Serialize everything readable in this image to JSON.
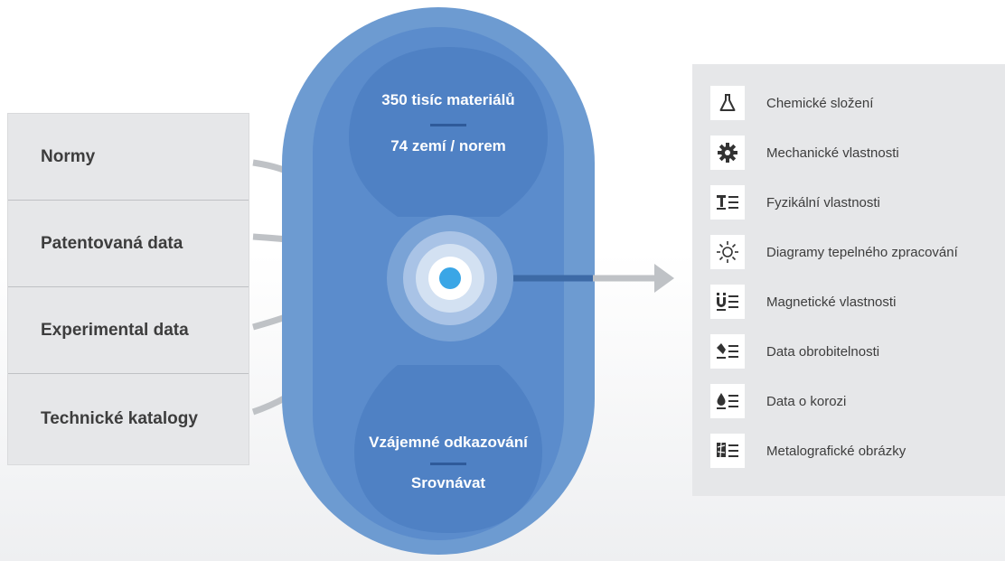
{
  "sources": {
    "items": [
      "Normy",
      "Patentovaná data",
      "Experimental data",
      "Technické katalogy"
    ]
  },
  "center": {
    "top_line1": "350 tisíc materiálů",
    "top_line2": "74 zemí / norem",
    "bottom_line1": "Vzájemné odkazování",
    "bottom_line2": "Srovnávat"
  },
  "properties": {
    "items": [
      {
        "label": "Chemické složení",
        "icon": "flask-icon"
      },
      {
        "label": "Mechanické vlastnosti",
        "icon": "gear-icon"
      },
      {
        "label": "Fyzikální vlastnosti",
        "icon": "hammer-list-icon"
      },
      {
        "label": "Diagramy tepelného zpracování",
        "icon": "sun-icon"
      },
      {
        "label": "Magnetické vlastnosti",
        "icon": "magnet-list-icon"
      },
      {
        "label": "Data obrobitelnosti",
        "icon": "drill-list-icon"
      },
      {
        "label": "Data o korozi",
        "icon": "drop-list-icon"
      },
      {
        "label": "Metalografické obrázky",
        "icon": "micrograph-list-icon"
      }
    ]
  },
  "colors": {
    "capsule_outer": "#6d9bd1",
    "capsule_inner": "#4f81c4",
    "hub_core": "#3aa6e6",
    "connector_gray": "#bfc2c6",
    "connector_blue": "#3d6aa6",
    "icon_dark": "#333333"
  }
}
